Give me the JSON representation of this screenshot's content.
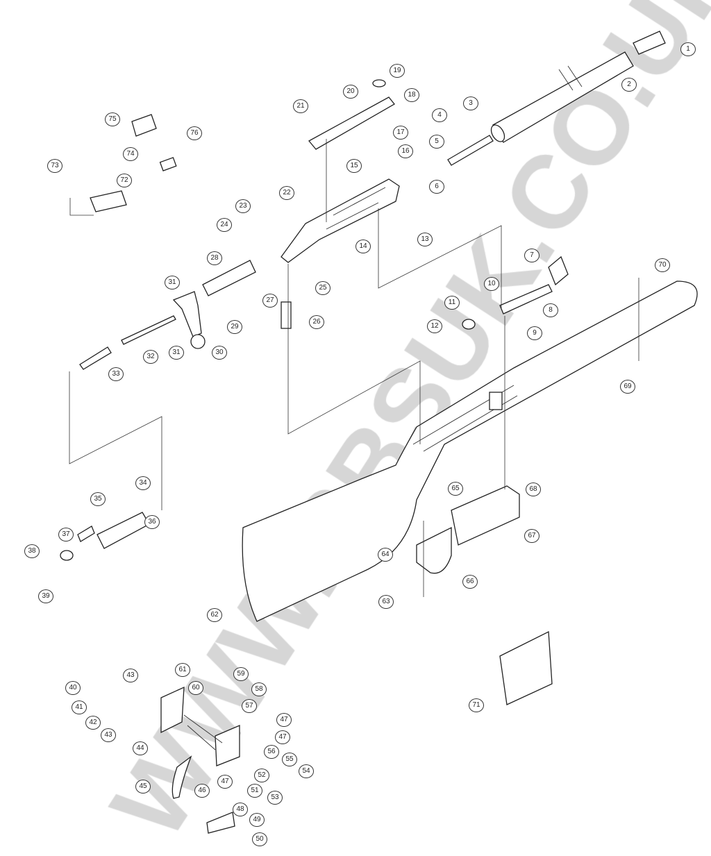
{
  "diagram": {
    "title": "Rifle exploded parts diagram",
    "watermark": "WWW.RBSUK.CO.UK",
    "callouts": [
      "1",
      "2",
      "3",
      "4",
      "5",
      "6",
      "7",
      "8",
      "9",
      "10",
      "11",
      "12",
      "13",
      "14",
      "15",
      "16",
      "17",
      "18",
      "19",
      "20",
      "21",
      "22",
      "23",
      "24",
      "25",
      "26",
      "27",
      "28",
      "29",
      "30",
      "31",
      "31",
      "32",
      "33",
      "34",
      "35",
      "36",
      "37",
      "38",
      "39",
      "40",
      "41",
      "42",
      "43",
      "43",
      "44",
      "45",
      "46",
      "47",
      "47",
      "47",
      "48",
      "49",
      "50",
      "51",
      "52",
      "53",
      "54",
      "55",
      "56",
      "57",
      "58",
      "59",
      "60",
      "61",
      "62",
      "63",
      "64",
      "65",
      "66",
      "67",
      "68",
      "69",
      "70",
      "71",
      "72",
      "73",
      "74",
      "75",
      "76"
    ]
  }
}
